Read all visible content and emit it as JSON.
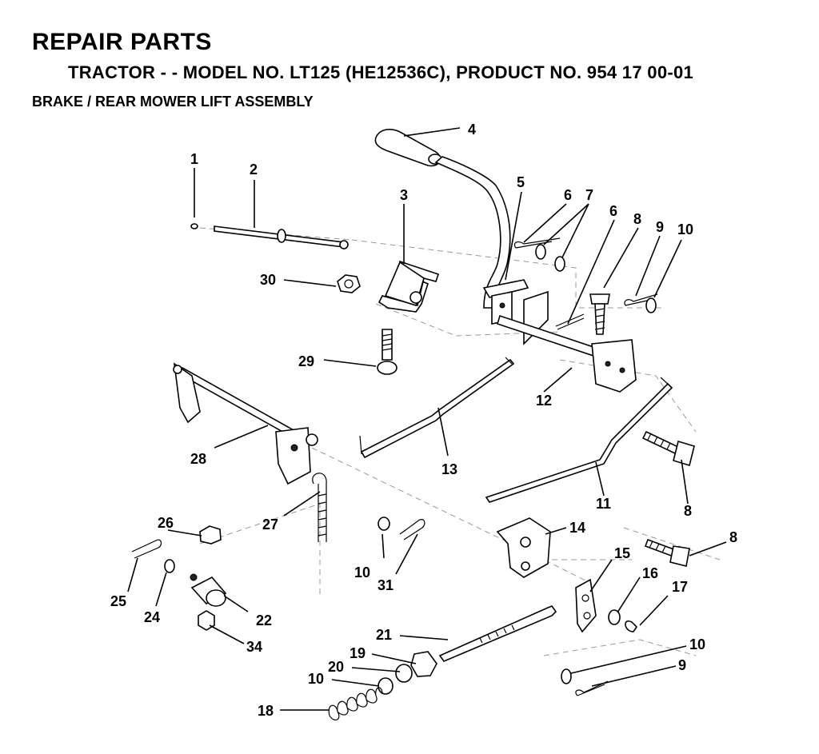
{
  "header": {
    "title": "REPAIR PARTS",
    "subtitle": "TRACTOR - - MODEL NO. LT125 (HE12536C),  PRODUCT NO. 954 17 00-01",
    "section": "BRAKE / REAR MOWER LIFT ASSEMBLY"
  },
  "callouts": [
    "1",
    "2",
    "3",
    "4",
    "5",
    "6",
    "6",
    "7",
    "8",
    "8",
    "8",
    "9",
    "9",
    "10",
    "10",
    "10",
    "10",
    "11",
    "12",
    "13",
    "14",
    "15",
    "16",
    "17",
    "18",
    "19",
    "20",
    "21",
    "22",
    "24",
    "25",
    "26",
    "27",
    "28",
    "29",
    "30",
    "31",
    "34"
  ]
}
